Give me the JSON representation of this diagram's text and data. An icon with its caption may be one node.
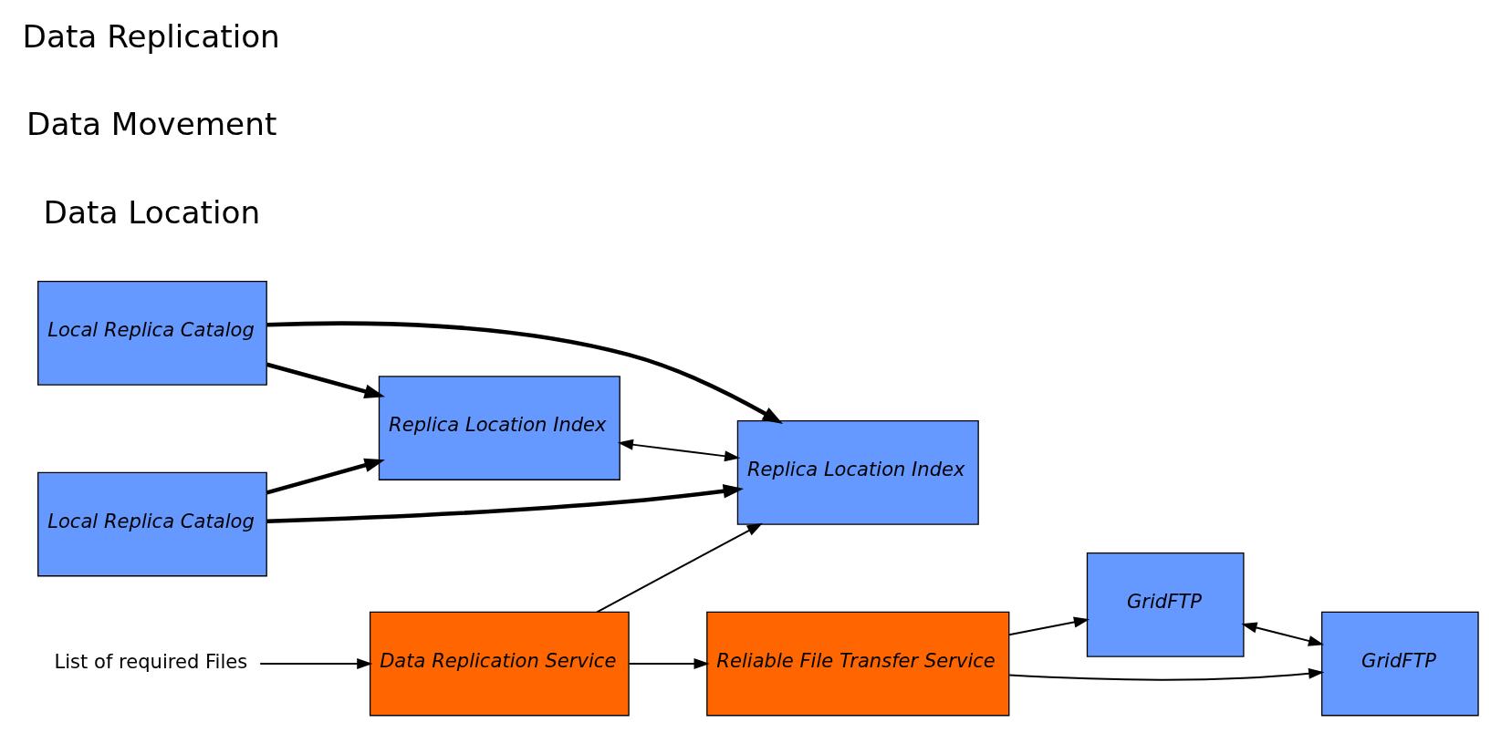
{
  "diagram": {
    "nodes": [
      {
        "text": [
          "Reliable File Transfer Service"
        ]
      },
      {
        "text": [
          "GridFTP"
        ]
      },
      {
        "text": [
          "GridFTP"
        ]
      },
      {
        "text": [
          "Local Replica Catalog"
        ]
      },
      {
        "text": [
          "Local Replica Catalog"
        ]
      },
      {
        "text": [
          "Replica Location Index"
        ]
      },
      {
        "text": [
          "Replica Location Index"
        ]
      },
      {
        "text": [
          "Data Replication Service"
        ]
      },
      {
        "text": [
          "List of required Files"
        ]
      }
    ],
    "edges": [
      {
        "from": 0,
        "to": 1,
        "arrow": "to"
      },
      {
        "from": 0,
        "to": 2,
        "arrow": "to"
      },
      {
        "from": 1,
        "to": 2,
        "arrow": "both"
      },
      {
        "from": 3,
        "to": 5,
        "arrow": "to",
        "style": "thick"
      },
      {
        "from": 3,
        "to": 6,
        "arrow": "to",
        "style": "thick"
      },
      {
        "from": 4,
        "to": 5,
        "arrow": "to",
        "style": "thick"
      },
      {
        "from": 4,
        "to": 6,
        "arrow": "to",
        "style": "thick"
      },
      {
        "from": 5,
        "to": 6,
        "arrow": "both"
      },
      {
        "from": 7,
        "to": 0,
        "arrow": "to"
      },
      {
        "from": 8,
        "to": 7,
        "arrow": "to"
      },
      {
        "from": 7,
        "to": 6,
        "arrow": "to"
      }
    ],
    "labels": [
      "Data Location",
      "Data Movement",
      "Data Replication"
    ]
  }
}
